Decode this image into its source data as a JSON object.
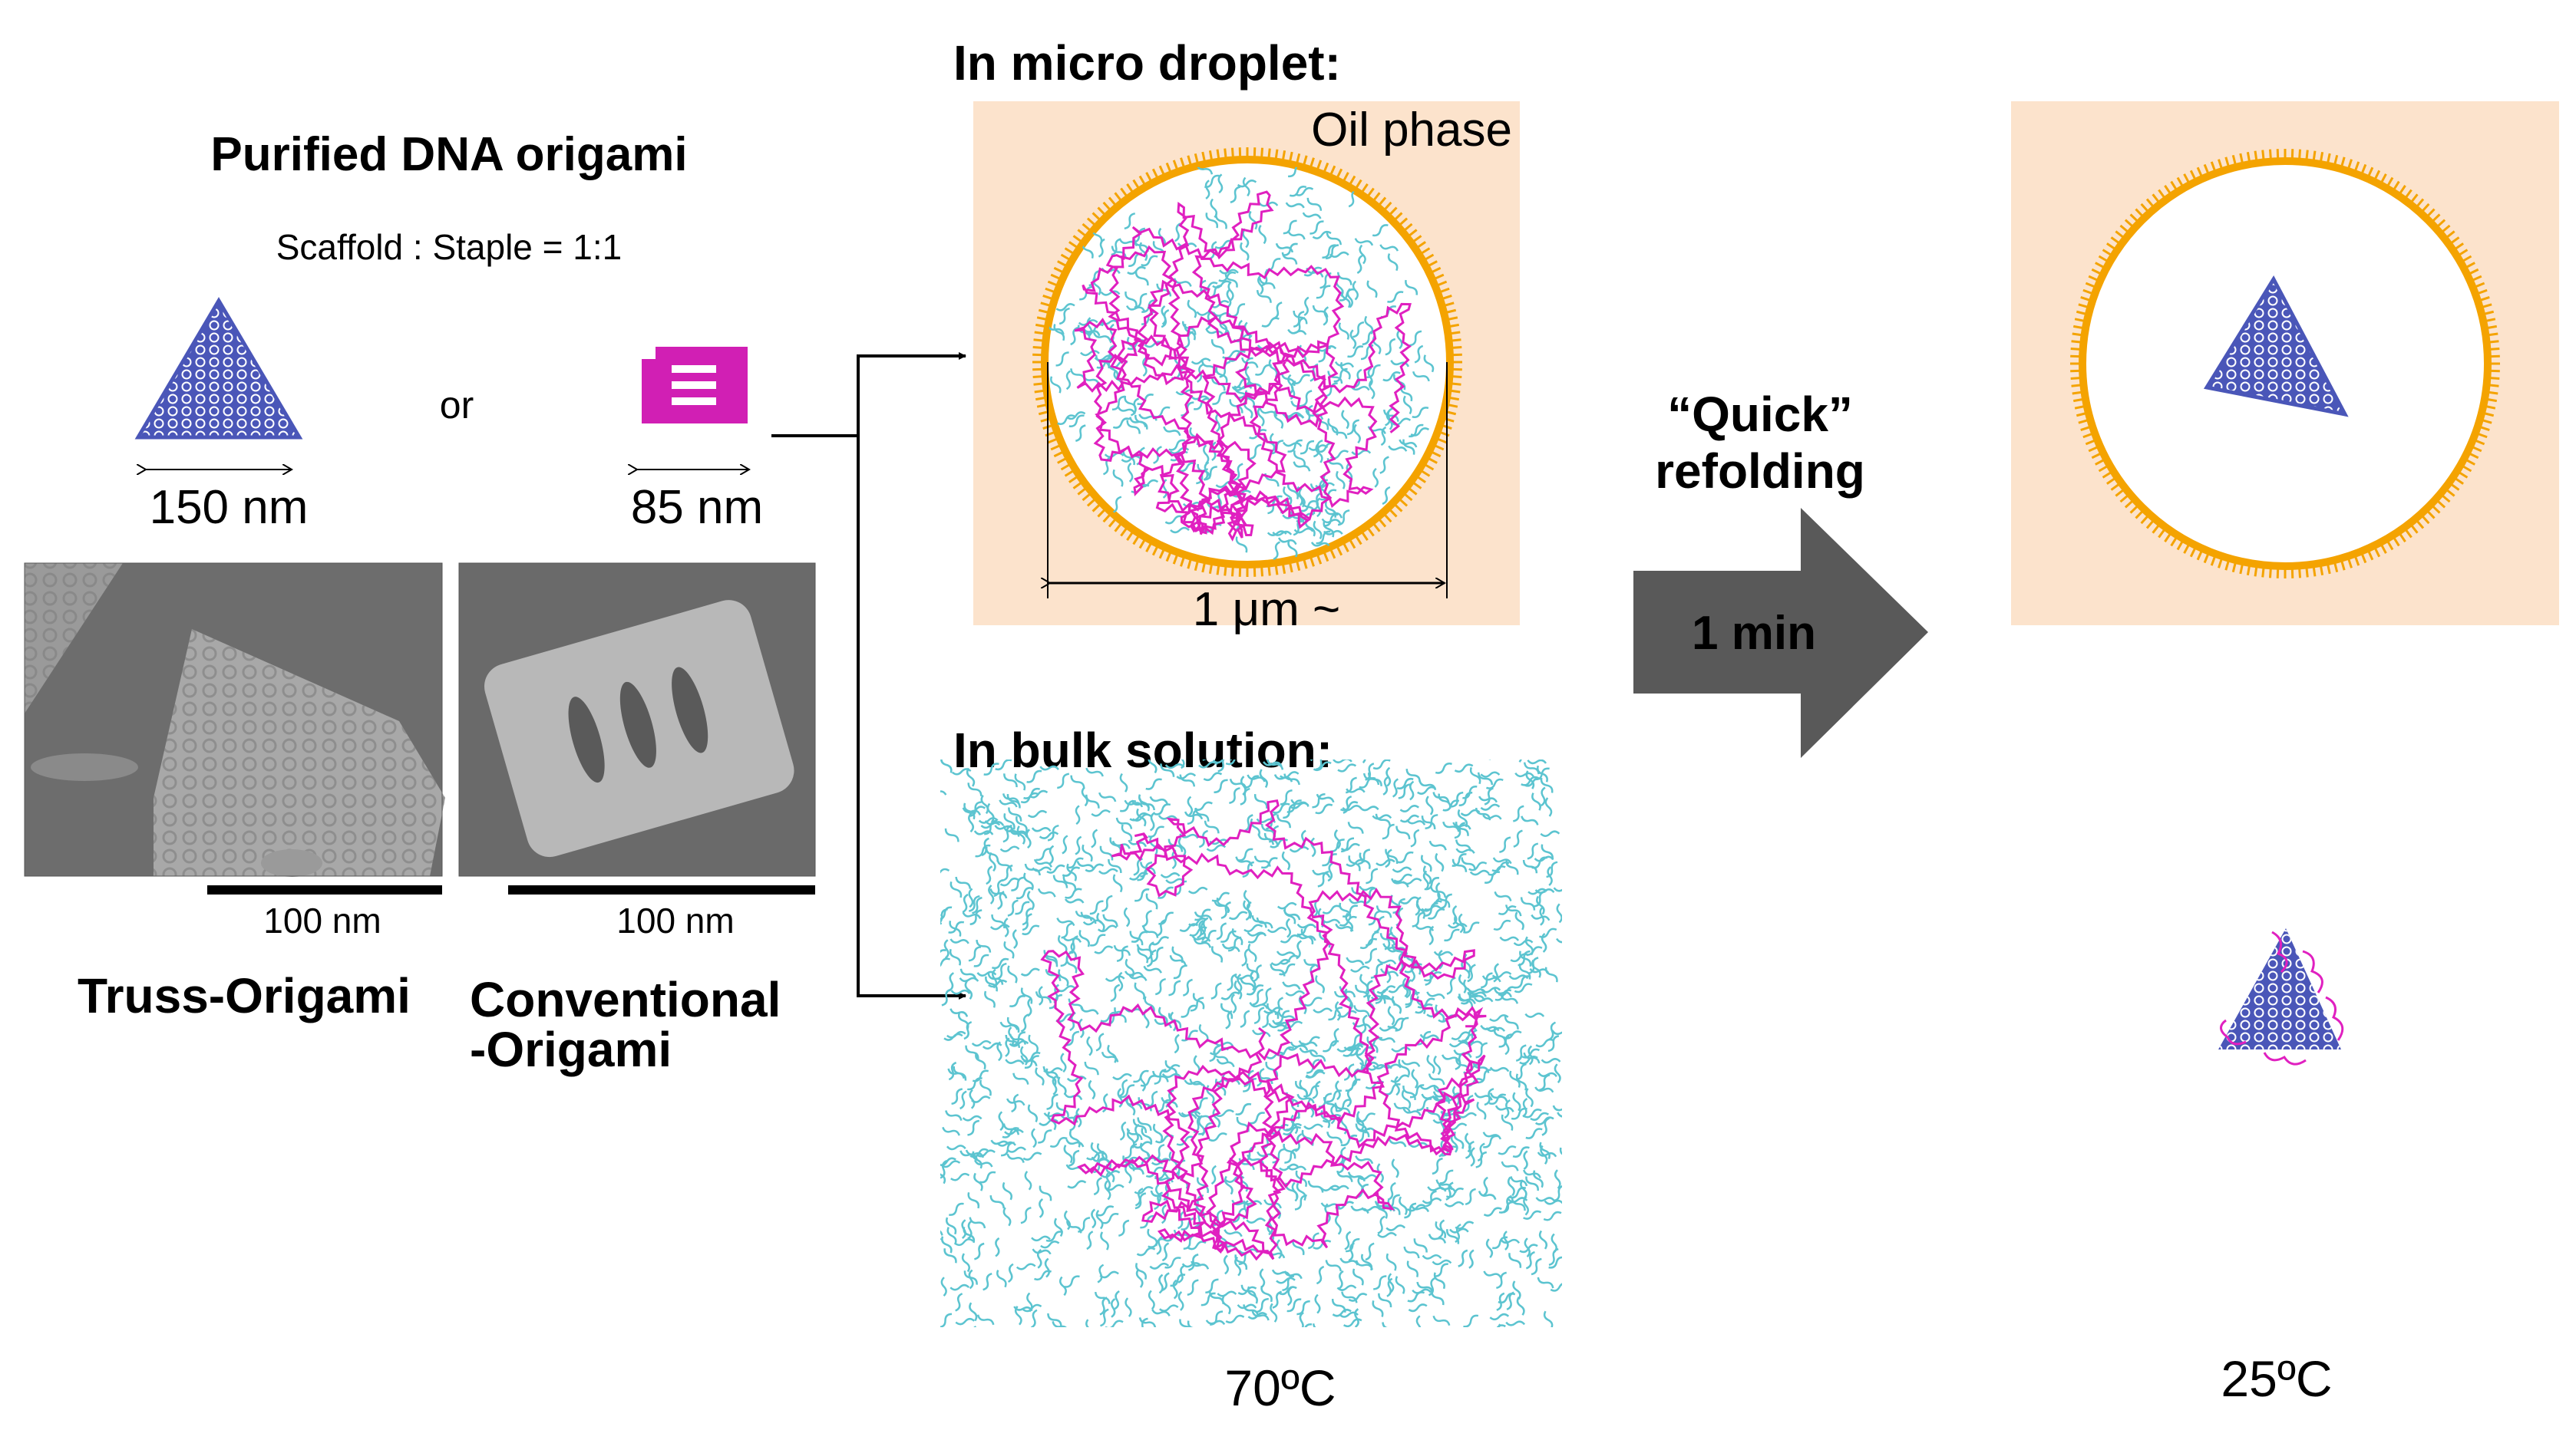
{
  "left_panel": {
    "title": "Purified DNA origami",
    "ratio": "Scaffold : Staple = 1:1",
    "or_text": "or",
    "truss_size": "150 nm",
    "conventional_size": "85 nm",
    "scale_bar_truss": "100 nm",
    "scale_bar_conventional": "100 nm",
    "truss_label": "Truss-Origami",
    "conventional_label_line1": "Conventional",
    "conventional_label_line2": "-Origami"
  },
  "droplet_panel": {
    "title": "In micro droplet:",
    "oil_label": "Oil phase",
    "diameter_label": "1 μm ~"
  },
  "bulk_panel": {
    "title": "In bulk solution:",
    "temperature": "70ºC"
  },
  "refold": {
    "label_line1": "“Quick”",
    "label_line2": "refolding",
    "time": "1 min"
  },
  "result_panel": {
    "temperature": "25ºC"
  },
  "colors": {
    "oil": "#fce3cc",
    "droplet_rim": "#f4a300",
    "scaffold": "#e020c0",
    "staple": "#5cc4d0",
    "origami": "#4a56b8",
    "conventional": "#d11fb4",
    "arrow": "#595959",
    "afm_dark": "#6d6d6d"
  }
}
